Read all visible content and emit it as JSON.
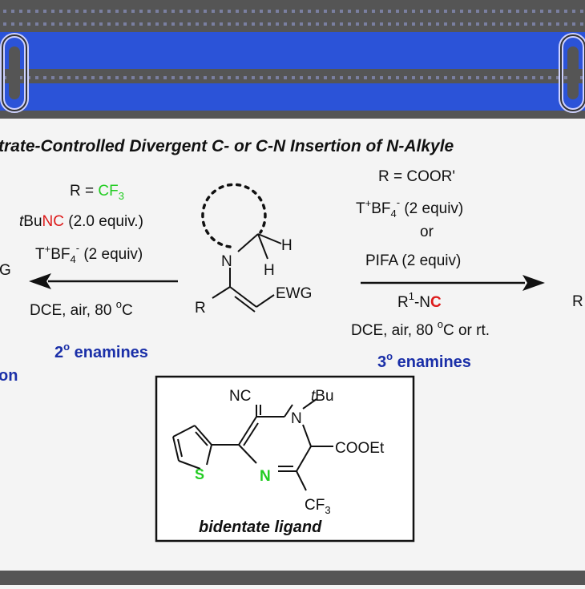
{
  "colors": {
    "header_bg": "#555555",
    "header_band": "#2b53d8",
    "header_dot": "#7a7fa0",
    "page_bg": "#f4f4f4",
    "footer_bg": "#555555",
    "navy": "#1a2fa8",
    "green": "#22cc22",
    "red": "#dd1a1a",
    "black": "#111111"
  },
  "title": "trate-Controlled Divergent C- or C-N Insertion of N-Alkyle",
  "left": {
    "r": "R = ",
    "r_cf": "CF",
    "r_sub": "3",
    "tbu_t": "t",
    "tbu_bu": "Bu",
    "nc": "NC",
    "equiv1": " (2.0 equiv.)",
    "t_plus": "T",
    "sup_plus": "+",
    "bf": "BF",
    "sub4": "4",
    "sup_minus": "-",
    "equiv2": " (2 equiv)",
    "cond1": "DCE, air, 80 ",
    "deg": "o",
    "c": "C",
    "edge_g": "G",
    "edge_on": "on",
    "label_num": "2",
    "label_sup": "o",
    "label_text": " enamines"
  },
  "right": {
    "r": "R = COOR'",
    "t": "T",
    "sup_plus": "+",
    "bf": "BF",
    "sub4": "4",
    "sup_minus": "-",
    "equiv": " (2 equiv)",
    "or": "or",
    "pifa": "PIFA (2 equiv)",
    "r1": "R",
    "r1_sup": "1",
    "dash_n": "-N",
    "c_red": "C",
    "cond_a": "DCE, air, 80 ",
    "deg": "o",
    "cond_b": "C or rt.",
    "edge_r": "R",
    "label_num": "3",
    "label_sup": "o",
    "label_text": " enamines"
  },
  "center": {
    "n": "N",
    "h1": "H",
    "h2": "H",
    "r": "R",
    "ewg": "EWG"
  },
  "ligand": {
    "nc": "NC",
    "n1": "N",
    "tbu_t": "t",
    "tbu_bu": "Bu",
    "cooet": "COOEt",
    "s": "S",
    "n2": "N",
    "cf": "CF",
    "cf_sub": "3",
    "caption": "bidentate ligand"
  }
}
